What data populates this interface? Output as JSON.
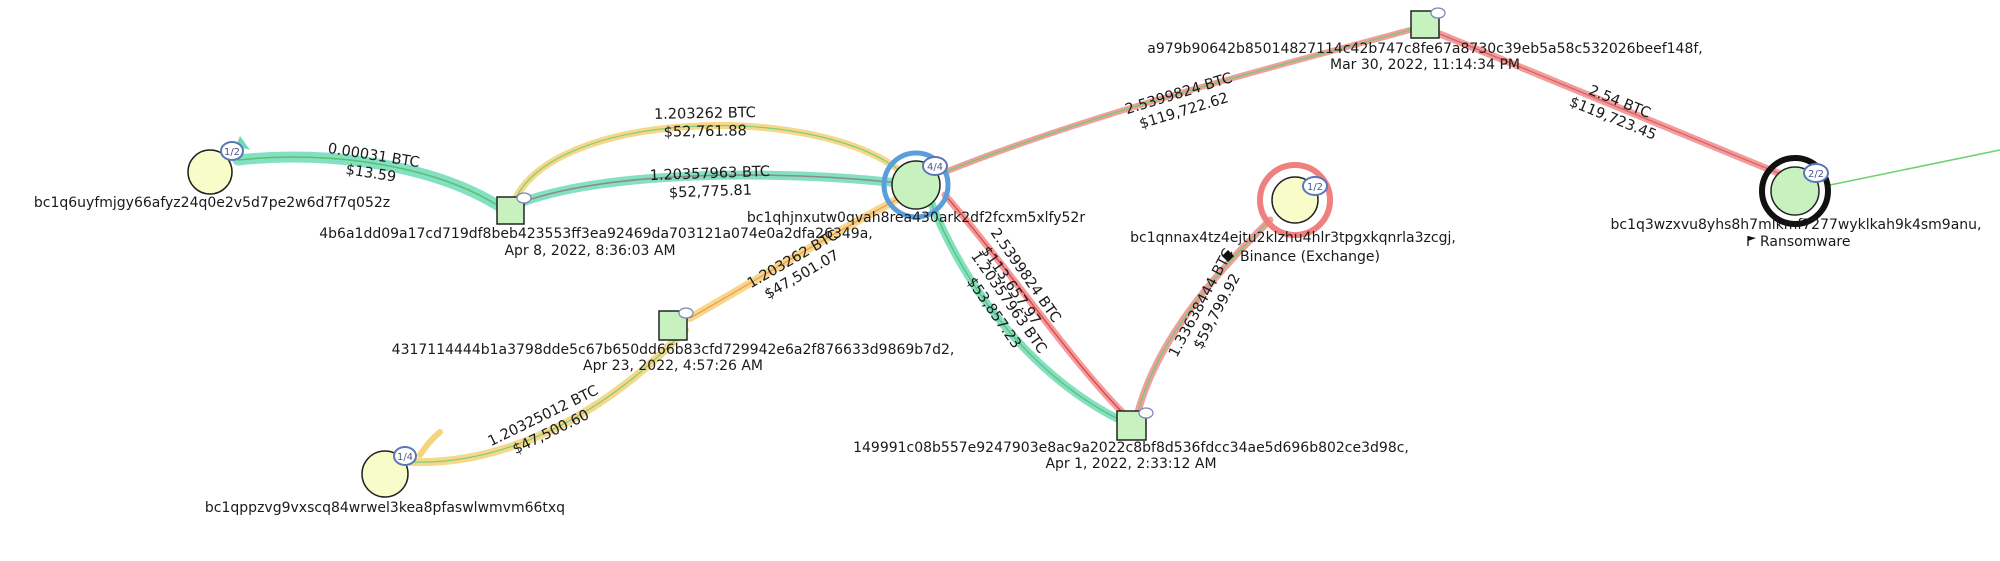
{
  "colors": {
    "background": "#ffffff",
    "address_fill": "#f7fcc9",
    "address_fill_active": "#c8f1c0",
    "tx_fill": "#c8f1c0",
    "edge_red": "#ef8c8c",
    "edge_teal": "#6fdbb8",
    "edge_yellow": "#f6d47d",
    "edge_gray": "#8a8a8a",
    "edge_green": "#6cd16c",
    "ring_blue": "#5a9fdc",
    "ring_red": "#f07f7f",
    "ring_black": "#111111",
    "badge_stroke": "#5b76b8"
  },
  "nodes": {
    "addr_1q6": {
      "label": "bc1q6uyfmjgy66afyz24q0e2v5d7pe2w6d7f7q052z",
      "badge": "1/2"
    },
    "addr_1qppz": {
      "label": "bc1qppzvg9vxscq84wrwel3kea8pfaswlwmvm66txq",
      "badge": "1/4"
    },
    "addr_1qhjn": {
      "label": "bc1qhjnxutw0qvah8rea430ark2df2fcxm5xlfy52r",
      "badge": "4/4"
    },
    "addr_1qnn": {
      "label": "bc1qnnax4tz4ejtu2klzhu4hlr3tpgxkqnrla3zcgj,",
      "sublabel": "Binance (Exchange)",
      "tag_icon": "diamond-icon",
      "badge": "1/2"
    },
    "addr_1q3w": {
      "label": "bc1q3wzxvu8yhs8h7mlkmf7277wyklkah9k4sm9anu,",
      "sublabel": "Ransomware",
      "tag_icon": "flag-icon",
      "badge": "2/2"
    },
    "tx_4b6": {
      "label": "4b6a1dd09a17cd719df8beb423553ff3ea92469da703121a074e0a2dfa26349a,",
      "date": "Apr 8, 2022, 8:36:03 AM"
    },
    "tx_431": {
      "label": "4317114444b1a3798dde5c67b650dd66b83cfd729942e6a2f876633d9869b7d2,",
      "date": "Apr 23, 2022, 4:57:26 AM"
    },
    "tx_149": {
      "label": "149991c08b557e9247903e8ac9a2022c8bf8d536fdcc34ae5d696b802ce3d98c,",
      "date": "Apr 1, 2022, 2:33:12 AM"
    },
    "tx_a97": {
      "label": "a979b90642b85014827114c42b747c8fe67a8730c39eb5a58c532026beef148f,",
      "date": "Mar 30, 2022, 11:14:34 PM"
    }
  },
  "edges": {
    "e_4b6_1q6": {
      "btc": "0.00031 BTC",
      "usd": "$13.59"
    },
    "e_4b6_hjn_upper": {
      "btc": "1.203262 BTC",
      "usd": "$52,761.88"
    },
    "e_4b6_hjn_lower": {
      "btc": "1.20357963 BTC",
      "usd": "$52,775.81"
    },
    "e_hjn_431": {
      "btc": "1.203262 BTC",
      "usd": "$47,501.07"
    },
    "e_431_ppz": {
      "btc": "1.20325012 BTC",
      "usd": "$47,500.60"
    },
    "e_hjn_a97": {
      "btc": "2.5399824 BTC",
      "usd": "$119,722.62"
    },
    "e_a97_3w": {
      "btc": "2.54 BTC",
      "usd": "$119,723.45"
    },
    "e_hjn_149_red": {
      "btc": "2.5399824 BTC",
      "usd": "$113,657.97"
    },
    "e_hjn_149_teal": {
      "btc": "1.20357963 BTC",
      "usd": "$53,857.23"
    },
    "e_149_nn": {
      "btc": "1.33638444 BTC",
      "usd": "$59,799.92"
    }
  }
}
